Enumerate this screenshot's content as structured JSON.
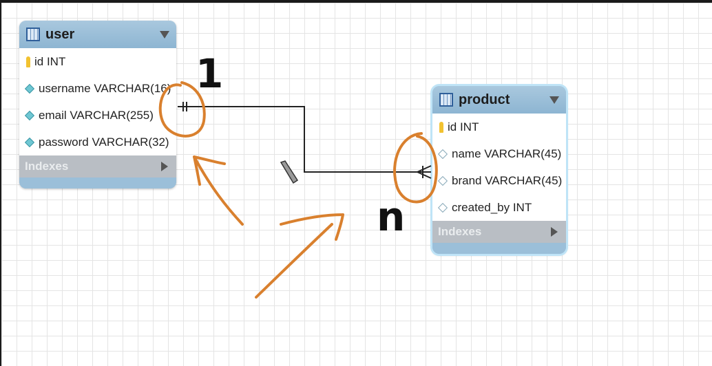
{
  "tables": [
    {
      "title": "user",
      "columns": [
        {
          "text": "id INT",
          "icon": "key-icon"
        },
        {
          "text": "username VARCHAR(16)",
          "icon": "diamond-filled-icon"
        },
        {
          "text": "email VARCHAR(255)",
          "icon": "diamond-filled-icon"
        },
        {
          "text": "password VARCHAR(32)",
          "icon": "diamond-filled-icon"
        }
      ],
      "indexes_label": "Indexes"
    },
    {
      "title": "product",
      "columns": [
        {
          "text": "id INT",
          "icon": "key-icon"
        },
        {
          "text": "name VARCHAR(45)",
          "icon": "diamond-hollow-icon"
        },
        {
          "text": "brand VARCHAR(45)",
          "icon": "diamond-hollow-icon"
        },
        {
          "text": "created_by INT",
          "icon": "diamond-hollow-icon"
        }
      ],
      "indexes_label": "Indexes"
    }
  ],
  "relationship": {
    "from": "user",
    "to": "product",
    "from_end": "one-mandatory",
    "to_end": "one-or-many"
  },
  "annotations": {
    "one_label": "1",
    "many_label": "n"
  },
  "colors": {
    "header": "#9bbfd9",
    "annotation": "#d9802e",
    "indexes_bar": "#b9bec4",
    "key": "#f2c230"
  }
}
